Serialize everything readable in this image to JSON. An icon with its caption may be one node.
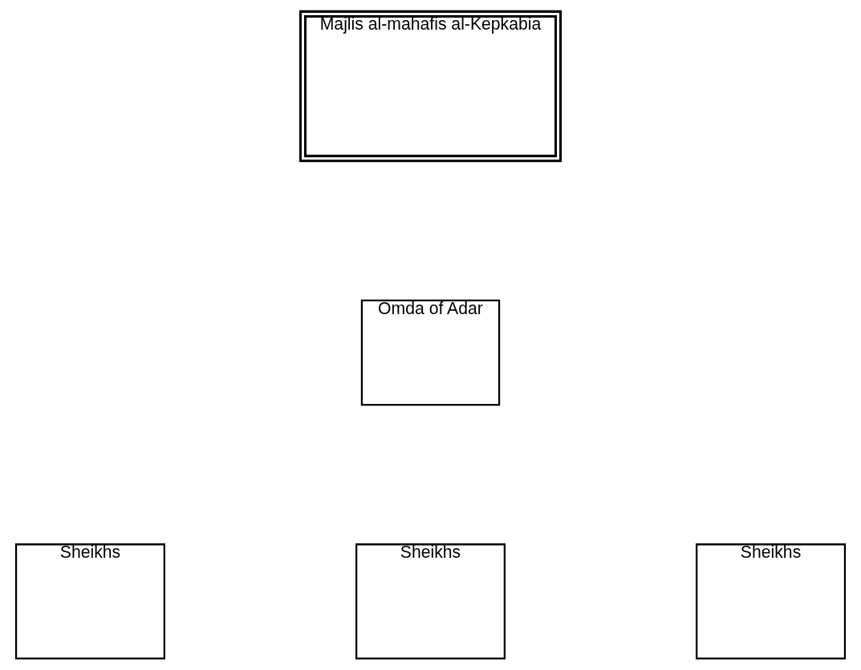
{
  "diagram": {
    "nodes": [
      {
        "text": [
          "Majlis al-mahafis al-Kepkabia"
        ]
      },
      {
        "text": [
          "Omda of Adar"
        ]
      },
      {
        "text": [
          "Sheikhs"
        ]
      },
      {
        "text": [
          "Sheikhs"
        ]
      },
      {
        "text": [
          "Sheikhs"
        ]
      }
    ]
  }
}
